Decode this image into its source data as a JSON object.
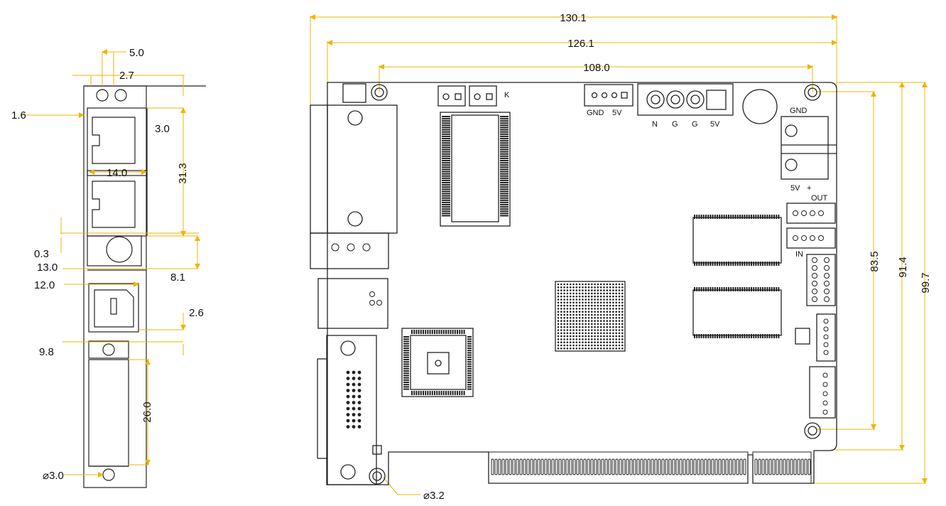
{
  "side_view": {
    "dims": {
      "d5_0": "5.0",
      "d2_7": "2.7",
      "d1_6": "1.6",
      "d3_0": "3.0",
      "d14_0": "14.0",
      "d31_3": "31.3",
      "d0_3": "0.3",
      "d13_0": "13.0",
      "d8_1": "8.1",
      "d12_0": "12.0",
      "d2_6": "2.6",
      "d9_8": "9.8",
      "d26_0": "26.0",
      "hole": "⌀3.0"
    }
  },
  "board": {
    "dims": {
      "w130": "130.1",
      "w126": "126.1",
      "w108": "108.0",
      "h83": "83.5",
      "h91": "91.4",
      "h99": "99.7",
      "hole": "⌀3.2"
    },
    "labels": {
      "k": "K",
      "fan": [
        "GND",
        "5V"
      ],
      "molex": [
        "N",
        "G",
        "G",
        "5V"
      ],
      "gnd": "GND",
      "dc": "5V",
      "out": "OUT",
      "in": "IN",
      "plus": "+"
    }
  },
  "colors": {
    "dimension": "#f0b400",
    "outline": "#222222"
  }
}
